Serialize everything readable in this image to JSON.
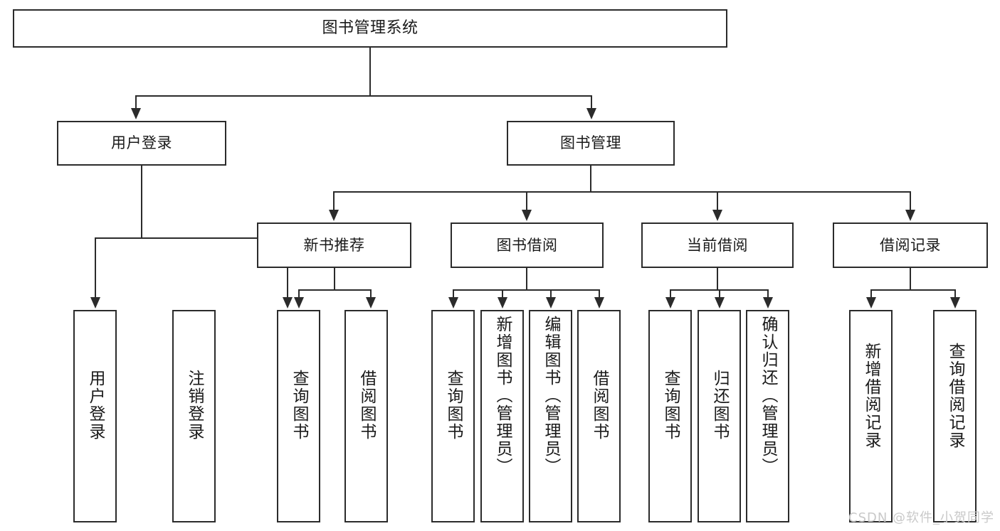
{
  "diagram": {
    "type": "tree-hierarchy-chart",
    "title": "图书管理系统",
    "watermark": "CSDN @软件_小贺同学",
    "colors": {
      "stroke": "#2b2b2b",
      "fill": "#ffffff",
      "text": "#1a1a1a",
      "watermark": "#c9c9c9"
    },
    "nodes": {
      "root": {
        "label": "图书管理系统",
        "level": 1
      },
      "l2": [
        {
          "id": "user-login",
          "label": "用户登录",
          "level": 2
        },
        {
          "id": "book-manage",
          "label": "图书管理",
          "level": 2
        }
      ],
      "l3": [
        {
          "id": "new-book-rec",
          "label": "新书推荐",
          "level": 3
        },
        {
          "id": "book-borrow",
          "label": "图书借阅",
          "level": 3
        },
        {
          "id": "current-borrow",
          "label": "当前借阅",
          "level": 3
        },
        {
          "id": "borrow-record",
          "label": "借阅记录",
          "level": 3
        }
      ],
      "leaves": [
        {
          "id": "leaf-user-login",
          "label": "用户登录",
          "parent": "user-login"
        },
        {
          "id": "leaf-logout",
          "label": "注销登录",
          "parent": "user-login"
        },
        {
          "id": "leaf-query-book-1",
          "label": "查询图书",
          "parent": "new-book-rec"
        },
        {
          "id": "leaf-borrow-book-1",
          "label": "借阅图书",
          "parent": "new-book-rec"
        },
        {
          "id": "leaf-query-book-2",
          "label": "查询图书",
          "parent": "book-borrow"
        },
        {
          "id": "leaf-add-book",
          "label": "新增图书（管理员）",
          "parent": "book-borrow"
        },
        {
          "id": "leaf-edit-book",
          "label": "编辑图书（管理员）",
          "parent": "book-borrow"
        },
        {
          "id": "leaf-borrow-book-2",
          "label": "借阅图书",
          "parent": "book-borrow"
        },
        {
          "id": "leaf-query-book-3",
          "label": "查询图书",
          "parent": "current-borrow"
        },
        {
          "id": "leaf-return-book",
          "label": "归还图书",
          "parent": "current-borrow"
        },
        {
          "id": "leaf-confirm-return",
          "label": "确认归还（管理员）",
          "parent": "current-borrow"
        },
        {
          "id": "leaf-add-record",
          "label": "新增借阅记录",
          "parent": "borrow-record"
        },
        {
          "id": "leaf-query-record",
          "label": "查询借阅记录",
          "parent": "borrow-record"
        }
      ]
    }
  }
}
